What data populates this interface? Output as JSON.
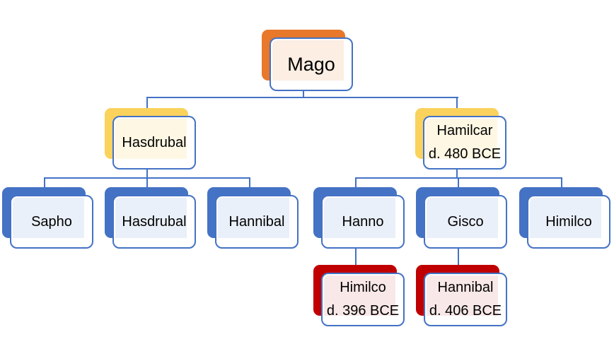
{
  "diagram": {
    "type": "family-tree-org-chart",
    "background": "#ffffff",
    "colors": {
      "generation1_shadow": "#E8782A",
      "generation2_shadow": "#FAD25C",
      "generation3_shadow": "#4472C4",
      "generation4_shadow": "#C00000",
      "box_border": "#4472C4",
      "connector": "#4472C4",
      "text": "#000000"
    },
    "nodes": [
      {
        "id": "mago",
        "label": "Mago",
        "sublabel": "",
        "theme": "orange",
        "generation": 1
      },
      {
        "id": "hasdrubal-sr",
        "label": "Hasdrubal",
        "sublabel": "",
        "theme": "gold",
        "generation": 2
      },
      {
        "id": "hamilcar",
        "label": "Hamilcar",
        "sublabel": "d. 480 BCE",
        "theme": "gold",
        "generation": 2
      },
      {
        "id": "sapho",
        "label": "Sapho",
        "sublabel": "",
        "theme": "blue",
        "generation": 3
      },
      {
        "id": "hasdrubal-jr",
        "label": "Hasdrubal",
        "sublabel": "",
        "theme": "blue",
        "generation": 3
      },
      {
        "id": "hannibal-sr",
        "label": "Hannibal",
        "sublabel": "",
        "theme": "blue",
        "generation": 3
      },
      {
        "id": "hanno",
        "label": "Hanno",
        "sublabel": "",
        "theme": "blue",
        "generation": 3
      },
      {
        "id": "gisco",
        "label": "Gisco",
        "sublabel": "",
        "theme": "blue",
        "generation": 3
      },
      {
        "id": "himilco-sr",
        "label": "Himilco",
        "sublabel": "",
        "theme": "blue",
        "generation": 3
      },
      {
        "id": "himilco-jr",
        "label": "Himilco",
        "sublabel": "d. 396 BCE",
        "theme": "red",
        "generation": 4
      },
      {
        "id": "hannibal-jr",
        "label": "Hannibal",
        "sublabel": "d. 406 BCE",
        "theme": "red",
        "generation": 4
      }
    ],
    "edges": [
      {
        "from": "mago",
        "to": "hasdrubal-sr"
      },
      {
        "from": "mago",
        "to": "hamilcar"
      },
      {
        "from": "hasdrubal-sr",
        "to": "sapho"
      },
      {
        "from": "hasdrubal-sr",
        "to": "hasdrubal-jr"
      },
      {
        "from": "hasdrubal-sr",
        "to": "hannibal-sr"
      },
      {
        "from": "hamilcar",
        "to": "hanno"
      },
      {
        "from": "hamilcar",
        "to": "gisco"
      },
      {
        "from": "hamilcar",
        "to": "himilco-sr"
      },
      {
        "from": "hanno",
        "to": "himilco-jr"
      },
      {
        "from": "gisco",
        "to": "hannibal-jr"
      }
    ]
  }
}
